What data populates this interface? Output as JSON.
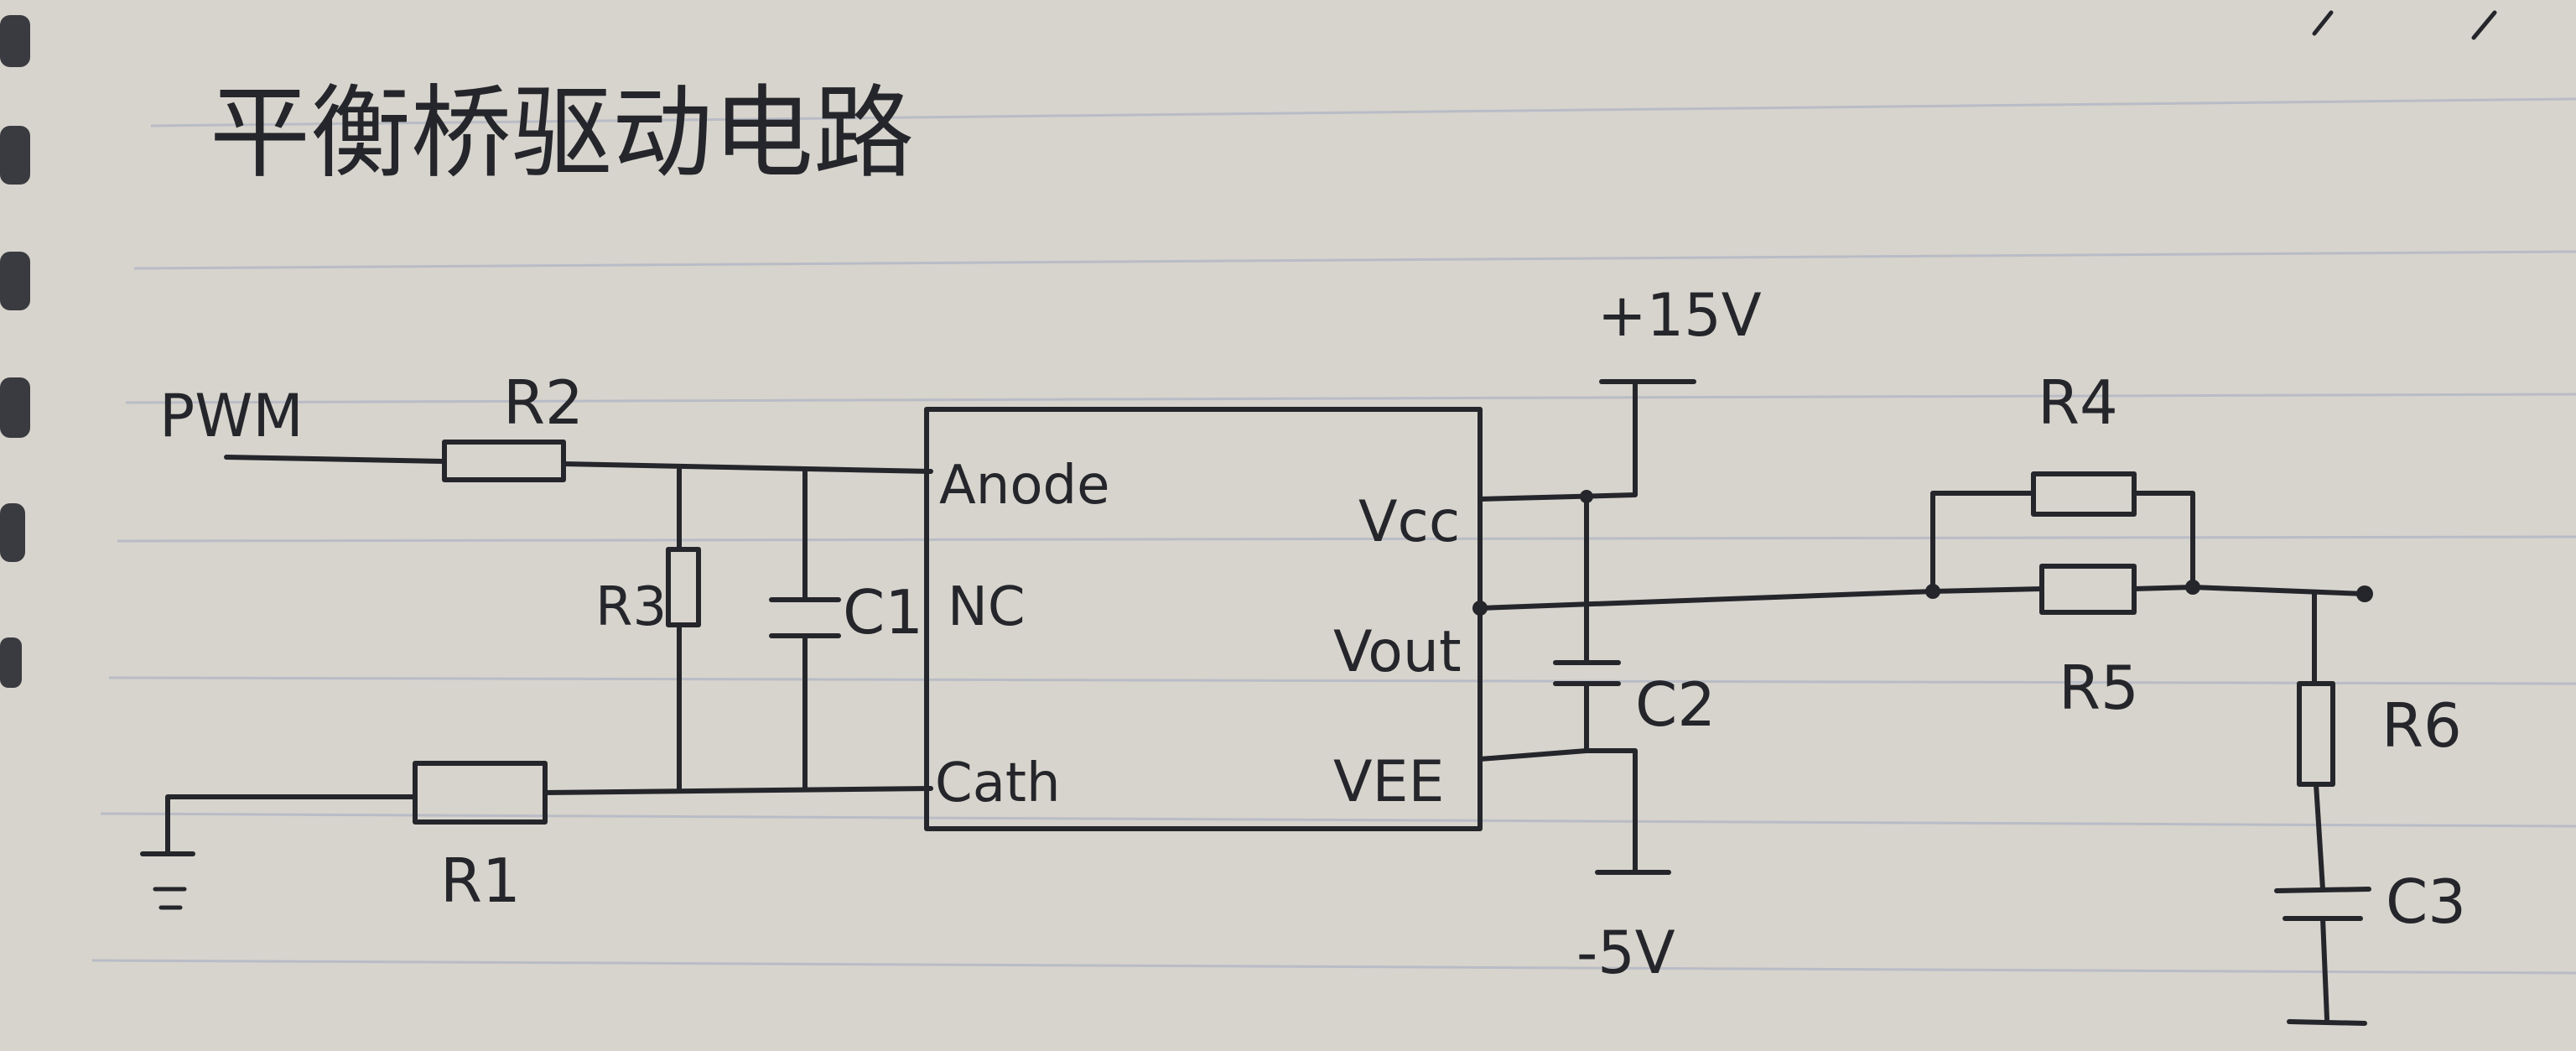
{
  "title": "平衡桥驱动电路",
  "labels": {
    "pwm": "PWM",
    "r1": "R1",
    "r2": "R2",
    "r3": "R3",
    "c1": "C1",
    "r4": "R4",
    "r5": "R5",
    "r6": "R6",
    "c2": "C2",
    "c3": "C3",
    "plus15": "+15V",
    "minus5": "-5V"
  },
  "chip": {
    "anode": "Anode",
    "nc": "NC",
    "cath": "Cath",
    "vcc": "Vcc",
    "vout": "Vout",
    "vee": "VEE"
  },
  "colors": {
    "ink": "#25262b",
    "paper": "#d7d4cd",
    "rule": "#b9bcc6"
  }
}
